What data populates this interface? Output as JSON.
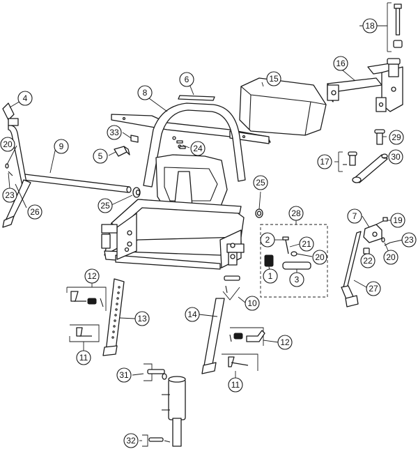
{
  "callouts": [
    {
      "id": "c1",
      "label": "1"
    },
    {
      "id": "c2",
      "label": "2"
    },
    {
      "id": "c3",
      "label": "3"
    },
    {
      "id": "c4",
      "label": "4"
    },
    {
      "id": "c5",
      "label": "5"
    },
    {
      "id": "c6",
      "label": "6"
    },
    {
      "id": "c7",
      "label": "7"
    },
    {
      "id": "c8",
      "label": "8"
    },
    {
      "id": "c9",
      "label": "9"
    },
    {
      "id": "c10",
      "label": "10"
    },
    {
      "id": "c11a",
      "label": "11"
    },
    {
      "id": "c11b",
      "label": "11"
    },
    {
      "id": "c12a",
      "label": "12"
    },
    {
      "id": "c12b",
      "label": "12"
    },
    {
      "id": "c13",
      "label": "13"
    },
    {
      "id": "c14",
      "label": "14"
    },
    {
      "id": "c15",
      "label": "15"
    },
    {
      "id": "c16",
      "label": "16"
    },
    {
      "id": "c17",
      "label": "17"
    },
    {
      "id": "c18",
      "label": "18"
    },
    {
      "id": "c19",
      "label": "19"
    },
    {
      "id": "c20a",
      "label": "20"
    },
    {
      "id": "c20b",
      "label": "20"
    },
    {
      "id": "c20c",
      "label": "20"
    },
    {
      "id": "c21",
      "label": "21"
    },
    {
      "id": "c22",
      "label": "22"
    },
    {
      "id": "c23a",
      "label": "23"
    },
    {
      "id": "c23b",
      "label": "23"
    },
    {
      "id": "c24",
      "label": "24"
    },
    {
      "id": "c25a",
      "label": "25"
    },
    {
      "id": "c25b",
      "label": "25"
    },
    {
      "id": "c26",
      "label": "26"
    },
    {
      "id": "c27",
      "label": "27"
    },
    {
      "id": "c28",
      "label": "28"
    },
    {
      "id": "c29",
      "label": "29"
    },
    {
      "id": "c30",
      "label": "30"
    },
    {
      "id": "c31",
      "label": "31"
    },
    {
      "id": "c32",
      "label": "32"
    },
    {
      "id": "c33",
      "label": "33"
    }
  ]
}
